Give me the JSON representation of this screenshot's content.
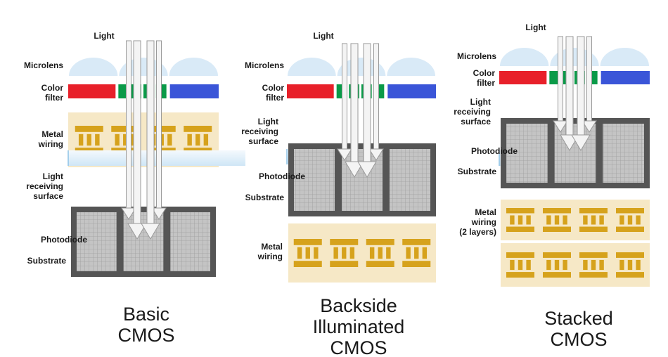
{
  "colors": {
    "red": "#e8202a",
    "green": "#0a9a48",
    "blue": "#3a55d8",
    "microlens": "#d9eaf7",
    "wiring_bg": "#f6e8c6",
    "wiring_metal": "#d6a21c",
    "receiving": "#e3f1fb",
    "substrate": "#555555",
    "photodiode": "#c4c4c4"
  },
  "panels": [
    {
      "caption": "Basic\nCMOS",
      "labels": {
        "light": "Light",
        "microlens": "Microlens",
        "color_filter": "Color\nfilter",
        "metal_wiring": "Metal\nwiring",
        "light_receiving": "Light\nreceiving\nsurface",
        "photodiode": "Photodiode",
        "substrate": "Substrate"
      }
    },
    {
      "caption": "Backside\nIlluminated\nCMOS",
      "labels": {
        "light": "Light",
        "microlens": "Microlens",
        "color_filter": "Color\nfilter",
        "light_receiving": "Light\nreceiving\nsurface",
        "photodiode": "Photodiode",
        "substrate": "Substrate",
        "metal_wiring": "Metal\nwiring"
      }
    },
    {
      "caption": "Stacked\nCMOS",
      "labels": {
        "light": "Light",
        "microlens": "Microlens",
        "color_filter": "Color\nfilter",
        "light_receiving": "Light\nreceiving\nsurface",
        "photodiode": "Photodiode",
        "substrate": "Substrate",
        "metal_wiring": "Metal\nwiring\n(2 layers)"
      }
    }
  ]
}
